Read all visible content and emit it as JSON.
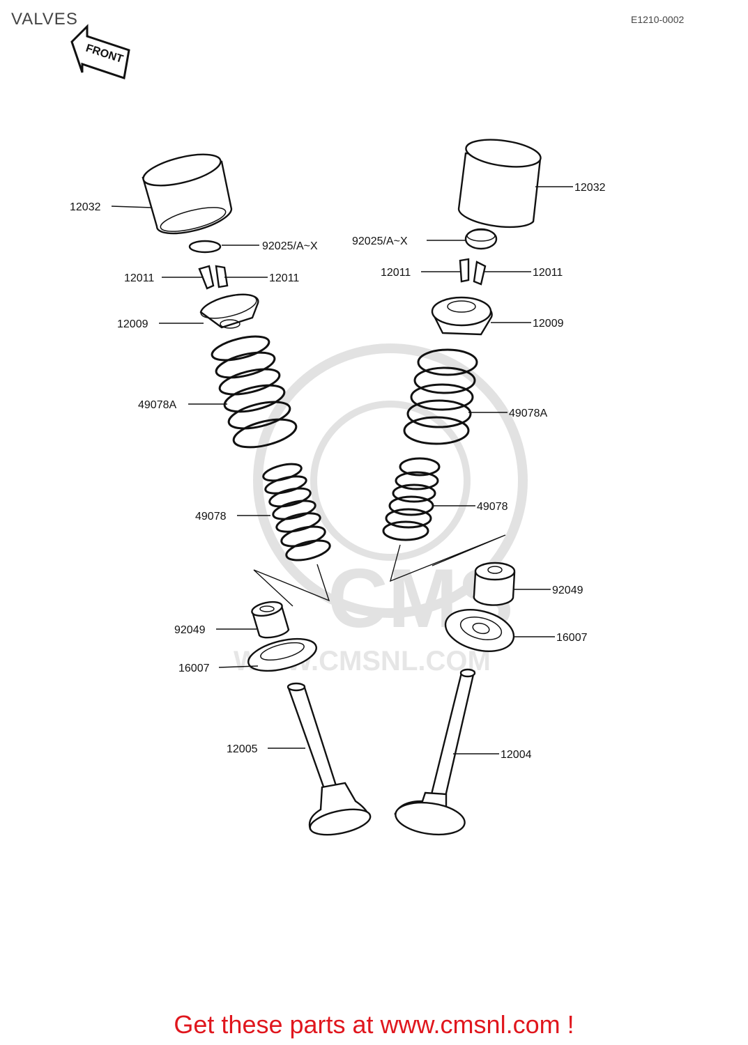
{
  "header": {
    "title": "VALVES",
    "diagram_code": "E1210-0002",
    "front_label": "FRONT"
  },
  "watermark": {
    "brand": "CMS",
    "url": "WWW.CMSNL.COM"
  },
  "parts": {
    "left": {
      "tappet": "12032",
      "shim": "92025/A~X",
      "collet_a": "12011",
      "collet_b": "12011",
      "retainer": "12009",
      "spring_outer": "49078A",
      "spring_inner": "49078",
      "stem_seal": "92049",
      "spring_seat": "16007",
      "valve": "12005"
    },
    "right": {
      "tappet": "12032",
      "shim": "92025/A~X",
      "collet_a": "12011",
      "collet_b": "12011",
      "retainer": "12009",
      "spring_outer": "49078A",
      "spring_inner": "49078",
      "stem_seal": "92049",
      "spring_seat": "16007",
      "valve": "12004"
    }
  },
  "footer": {
    "promo_text": "Get these parts at www.cmsnl.com !",
    "promo_color": "#e0161d"
  },
  "icons": [
    "front-arrow-icon"
  ]
}
